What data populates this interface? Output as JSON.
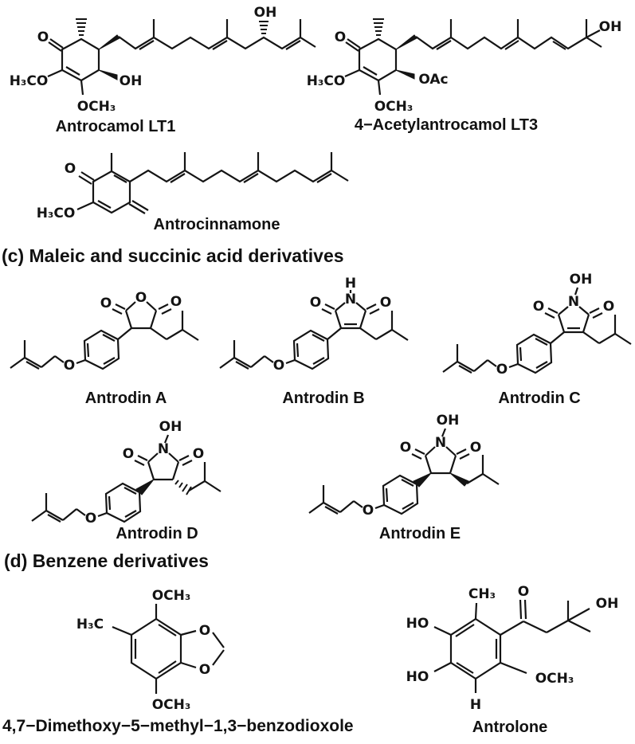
{
  "figure": {
    "sections": {
      "c": "(c) Maleic and succinic acid derivatives",
      "d": "(d) Benzene derivatives"
    },
    "compounds": {
      "antrocamol_lt1": "Antrocamol LT1",
      "acetylantrocamol_lt3": "4−Acetylantrocamol LT3",
      "antrocinnamone": "Antrocinnamone",
      "antrodin_a": "Antrodin A",
      "antrodin_b": "Antrodin B",
      "antrodin_c": "Antrodin C",
      "antrodin_d": "Antrodin D",
      "antrodin_e": "Antrodin E",
      "benzodioxole": "4,7−Dimethoxy−5−methyl−1,3−benzodioxole",
      "antrolone": "Antrolone"
    },
    "atoms": {
      "O": "O",
      "OH": "OH",
      "HO": "HO",
      "N": "N",
      "H": "H",
      "OCH3": "OCH₃",
      "H3CO": "H₃CO",
      "H3C": "H₃C",
      "CH3": "CH₃",
      "OAc": "OAc"
    },
    "colors": {
      "structure": "#141414",
      "background": "#ffffff"
    }
  }
}
